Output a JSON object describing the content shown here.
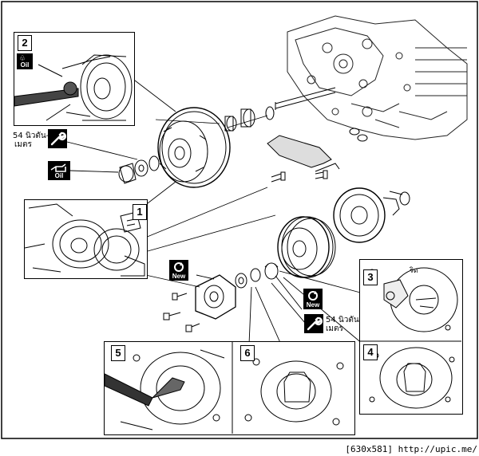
{
  "callouts": {
    "c1": "1",
    "c2": "2",
    "c3": "3",
    "c4": "4",
    "c5": "5",
    "c6": "6"
  },
  "icons": {
    "oil_label": "Oil",
    "new_label": "New"
  },
  "torque": {
    "top_value": "54 นิวตัน-",
    "top_unit": "เมตร",
    "bottom_value": "54 นิวตัน-",
    "bottom_unit": "เมตร"
  },
  "detail3_label": "ริด",
  "footer": "[630x581] http://upic.me/"
}
